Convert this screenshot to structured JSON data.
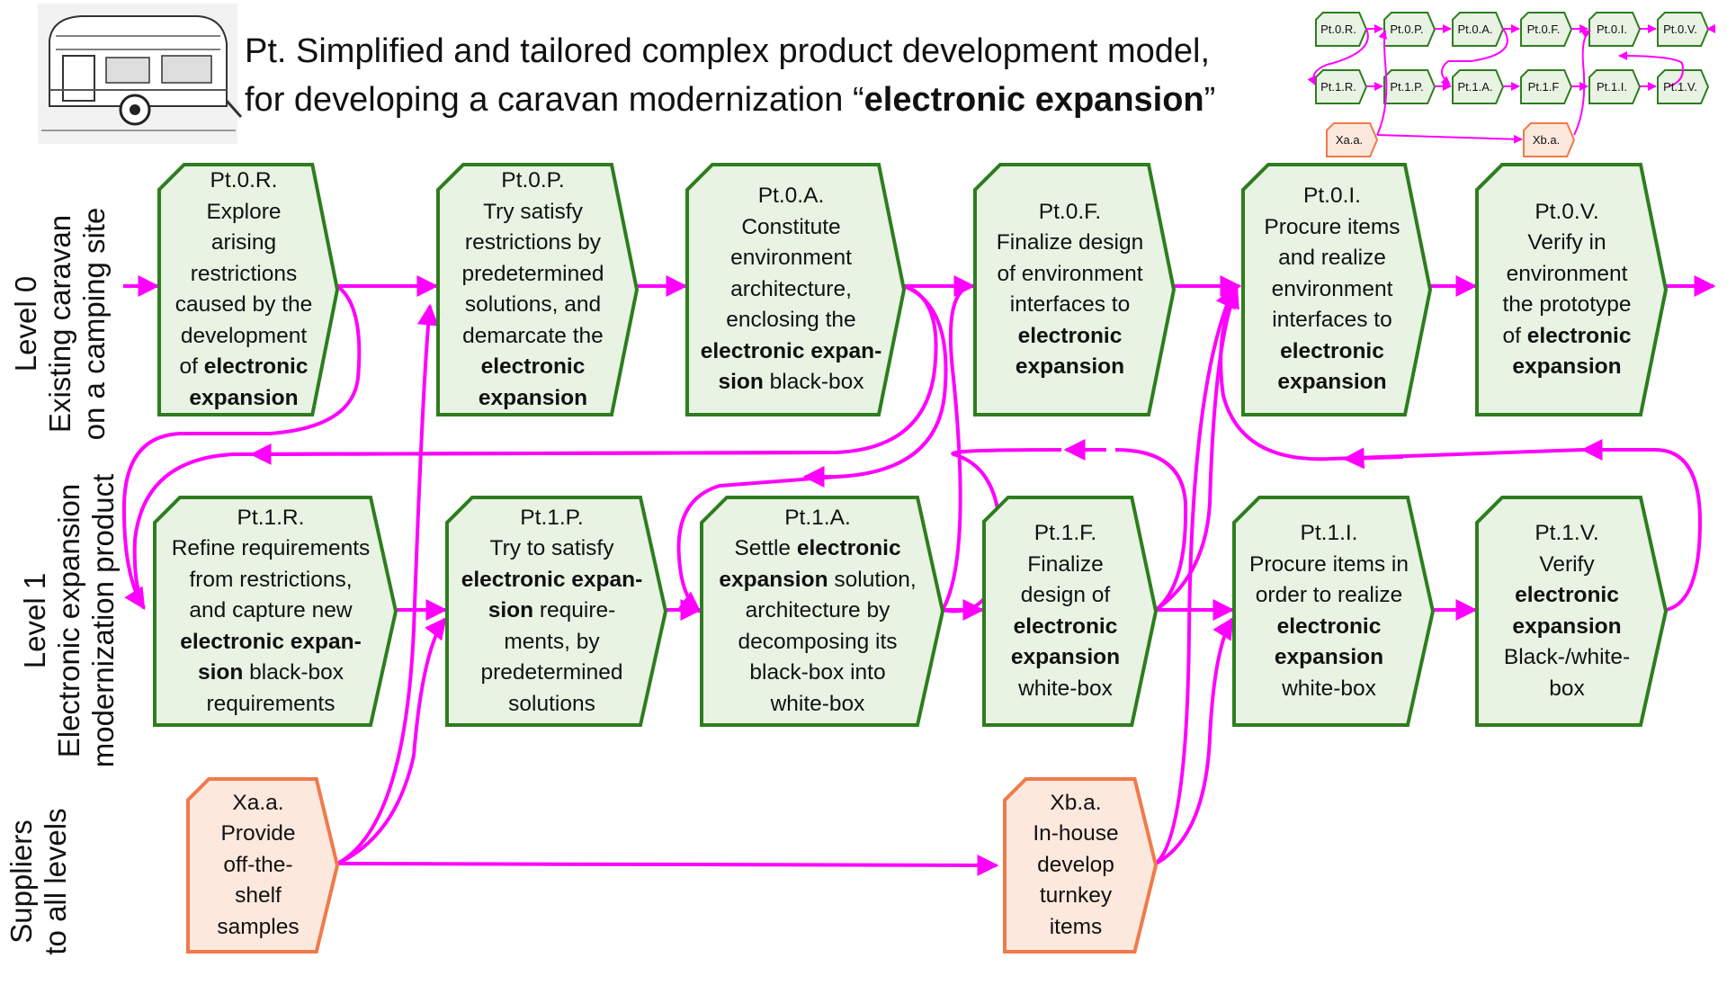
{
  "title": {
    "line1": "Pt. Simplified and tailored complex product development model,",
    "line2_prefix": "for developing a caravan modernization “",
    "line2_bold": "electronic expansion",
    "line2_suffix": "”"
  },
  "lanes": {
    "level0": {
      "line1": "Level 0",
      "line2": "Existing caravan",
      "line3": "on a camping site"
    },
    "level1": {
      "line1": "Level 1",
      "line2": "Electronic expansion",
      "line3": "modernization product"
    },
    "suppliers": {
      "line1": "Suppliers",
      "line2": "to all levels"
    }
  },
  "colors": {
    "green_fill": "#e8f3e3",
    "green_border": "#2e7d1f",
    "orange_fill": "#fde8dd",
    "orange_border": "#f07a4a",
    "arrow": "#ff00ff"
  },
  "nodes": [
    {
      "id": "pt0r",
      "lines": [
        [
          "Pt.0.R."
        ],
        [
          "Explore"
        ],
        [
          "arising"
        ],
        [
          "restrictions"
        ],
        [
          "caused by the"
        ],
        [
          "development"
        ],
        [
          "of ",
          "<b>electronic</b>"
        ],
        [
          "<b>expansion</b>"
        ]
      ]
    },
    {
      "id": "pt0p",
      "lines": [
        [
          "Pt.0.P."
        ],
        [
          "Try satisfy"
        ],
        [
          "restrictions by"
        ],
        [
          "predetermined"
        ],
        [
          "solutions, and"
        ],
        [
          "demarcate the"
        ],
        [
          "<b>electronic</b>"
        ],
        [
          "<b>expansion</b>"
        ]
      ]
    },
    {
      "id": "pt0a",
      "lines": [
        [
          "Pt.0.A."
        ],
        [
          "Constitute"
        ],
        [
          "environment"
        ],
        [
          "architecture,"
        ],
        [
          "enclosing the"
        ],
        [
          "<b>electronic expan-</b>"
        ],
        [
          "<b>sion</b>",
          " black-box"
        ]
      ]
    },
    {
      "id": "pt0f",
      "lines": [
        [
          "Pt.0.F."
        ],
        [
          "Finalize design"
        ],
        [
          "of environment"
        ],
        [
          "interfaces to"
        ],
        [
          "<b>electronic</b>"
        ],
        [
          "<b>expansion</b>"
        ]
      ]
    },
    {
      "id": "pt0i",
      "lines": [
        [
          "Pt.0.I."
        ],
        [
          "Procure items"
        ],
        [
          "and realize"
        ],
        [
          "environment"
        ],
        [
          "interfaces to"
        ],
        [
          "<b>electronic</b>"
        ],
        [
          "<b>expansion</b>"
        ]
      ]
    },
    {
      "id": "pt0v",
      "lines": [
        [
          "Pt.0.V."
        ],
        [
          "Verify in"
        ],
        [
          "environment"
        ],
        [
          "the prototype"
        ],
        [
          "of ",
          "<b>electronic</b>"
        ],
        [
          "<b>expansion</b>"
        ]
      ]
    },
    {
      "id": "pt1r",
      "lines": [
        [
          "Pt.1.R."
        ],
        [
          "Refine requirements"
        ],
        [
          "from restrictions,"
        ],
        [
          "and capture new"
        ],
        [
          "<b>electronic expan-</b>"
        ],
        [
          "<b>sion</b>",
          " black-box"
        ],
        [
          "requirements"
        ]
      ]
    },
    {
      "id": "pt1p",
      "lines": [
        [
          "Pt.1.P."
        ],
        [
          "Try to satisfy"
        ],
        [
          "<b>electronic expan-</b>"
        ],
        [
          "<b>sion</b>",
          "  require-"
        ],
        [
          "ments, by"
        ],
        [
          "predetermined"
        ],
        [
          "solutions"
        ]
      ]
    },
    {
      "id": "pt1a",
      "lines": [
        [
          "Pt.1.A."
        ],
        [
          "Settle ",
          "<b>electronic</b>"
        ],
        [
          "<b>expansion</b>",
          " solution,"
        ],
        [
          "architecture by"
        ],
        [
          "decomposing its"
        ],
        [
          "black-box into"
        ],
        [
          "white-box"
        ]
      ]
    },
    {
      "id": "pt1f",
      "lines": [
        [
          "Pt.1.F."
        ],
        [
          "Finalize"
        ],
        [
          "design of"
        ],
        [
          "<b>electronic</b>"
        ],
        [
          "<b>expansion</b>"
        ],
        [
          "white-box"
        ]
      ]
    },
    {
      "id": "pt1i",
      "lines": [
        [
          "Pt.1.I."
        ],
        [
          "Procure items in"
        ],
        [
          "order to realize"
        ],
        [
          "<b>electronic</b>"
        ],
        [
          "<b>expansion</b>"
        ],
        [
          "white-box"
        ]
      ]
    },
    {
      "id": "pt1v",
      "lines": [
        [
          "Pt.1.V."
        ],
        [
          "Verify"
        ],
        [
          "<b>electronic</b>"
        ],
        [
          "<b>expansion</b>"
        ],
        [
          "Black-/white-"
        ],
        [
          "box"
        ]
      ]
    },
    {
      "id": "xaa",
      "lines": [
        [
          "Xa.a."
        ],
        [
          "Provide"
        ],
        [
          "off-the-"
        ],
        [
          "shelf"
        ],
        [
          "samples"
        ]
      ]
    },
    {
      "id": "xba",
      "lines": [
        [
          "Xb.a."
        ],
        [
          "In-house"
        ],
        [
          "develop"
        ],
        [
          "turnkey"
        ],
        [
          "items"
        ]
      ]
    }
  ],
  "mini_map": {
    "row0": [
      "Pt.0.R.",
      "Pt.0.P.",
      "Pt.0.A.",
      "Pt.0.F.",
      "Pt.0.I.",
      "Pt.0.V."
    ],
    "row1": [
      "Pt.1.R.",
      "Pt.1.P.",
      "Pt.1.A.",
      "Pt.1.F",
      "Pt.1.I.",
      "Pt.1.V."
    ],
    "suppliers": [
      "Xa.a.",
      "Xb.a."
    ]
  },
  "caravan_image": {
    "icon": "caravan-sketch-icon"
  }
}
